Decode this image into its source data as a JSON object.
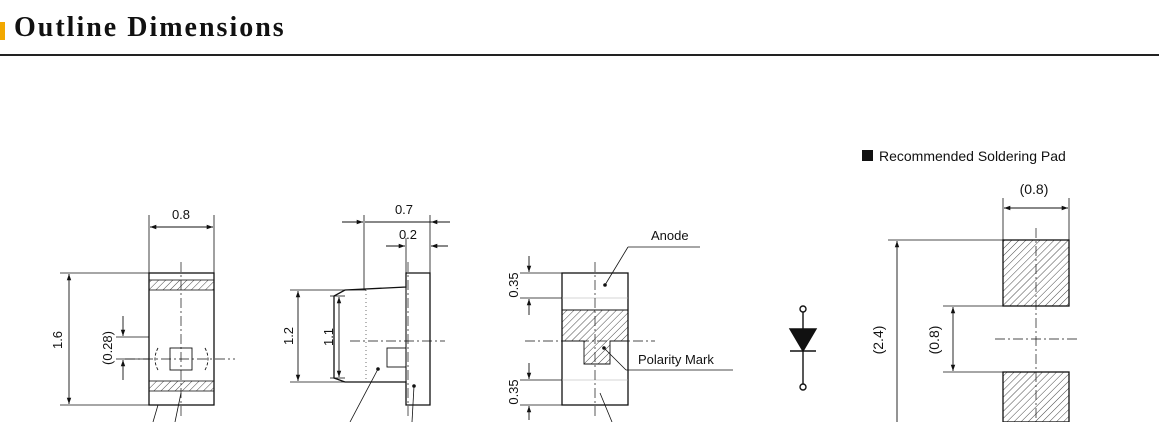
{
  "header": {
    "title": "Outline Dimensions",
    "accent_color": "#f2a800"
  },
  "legend": {
    "label": "Recommended Soldering Pad"
  },
  "top_view": {
    "width": "0.8",
    "height": "1.6",
    "lens_offset": "(0.28)"
  },
  "side_view": {
    "total_width": "0.7",
    "flange_width": "0.2",
    "body_height": "1.2",
    "inner_height": "1.1"
  },
  "bottom_view": {
    "anode_label": "Anode",
    "polarity_label": "Polarity Mark",
    "top_dim": "0.35",
    "bottom_dim": "0.35"
  },
  "pad_view": {
    "pad_width": "(0.8)",
    "total_length": "(2.4)",
    "gap": "(0.8)"
  }
}
